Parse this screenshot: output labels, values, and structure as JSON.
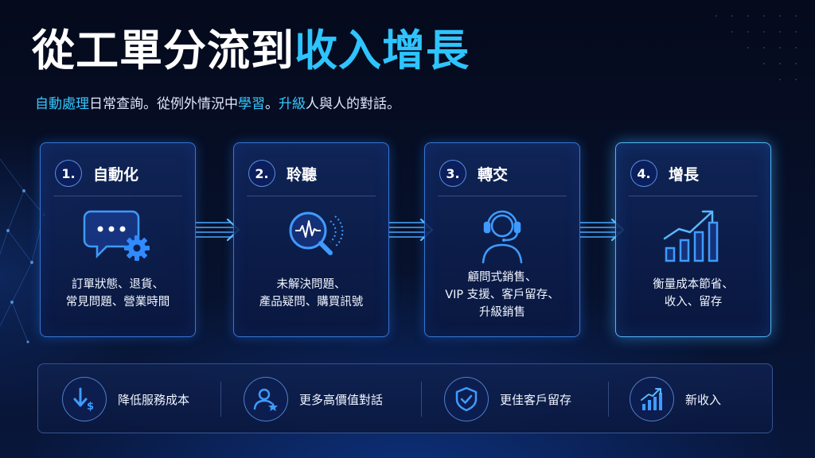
{
  "title": {
    "part1": "從工單分流到",
    "part2": "收入增長"
  },
  "subtitle": {
    "s1": "自動處理",
    "s2": "日常查詢。從例外情況中",
    "s3": "學習",
    "s4": "。",
    "s5": "升級",
    "s6": "人與人的對話。"
  },
  "colors": {
    "accent": "#2ec4ff",
    "card_border": "#4696ff",
    "background": "#07112b"
  },
  "steps": [
    {
      "number": "1.",
      "title": "自動化",
      "icon": "chat-gear-icon",
      "desc": [
        "訂單狀態、退貨、",
        "常見問題、營業時間"
      ]
    },
    {
      "number": "2.",
      "title": "聆聽",
      "icon": "magnifier-waveform-icon",
      "desc": [
        "未解決問題、",
        "產品疑問、購買訊號"
      ]
    },
    {
      "number": "3.",
      "title": "轉交",
      "icon": "headset-agent-icon",
      "desc": [
        "顧問式銷售、",
        "VIP 支援、客戶留存、",
        "升級銷售"
      ]
    },
    {
      "number": "4.",
      "title": "增長",
      "icon": "growth-chart-icon",
      "desc": [
        "衡量成本節省、",
        "收入、留存"
      ]
    }
  ],
  "benefits": [
    {
      "label": "降低服務成本",
      "icon": "down-arrow-dollar-icon"
    },
    {
      "label": "更多高價值對話",
      "icon": "user-star-icon"
    },
    {
      "label": "更佳客戶留存",
      "icon": "shield-check-icon"
    },
    {
      "label": "新收入",
      "icon": "bar-chart-arrow-icon"
    }
  ]
}
